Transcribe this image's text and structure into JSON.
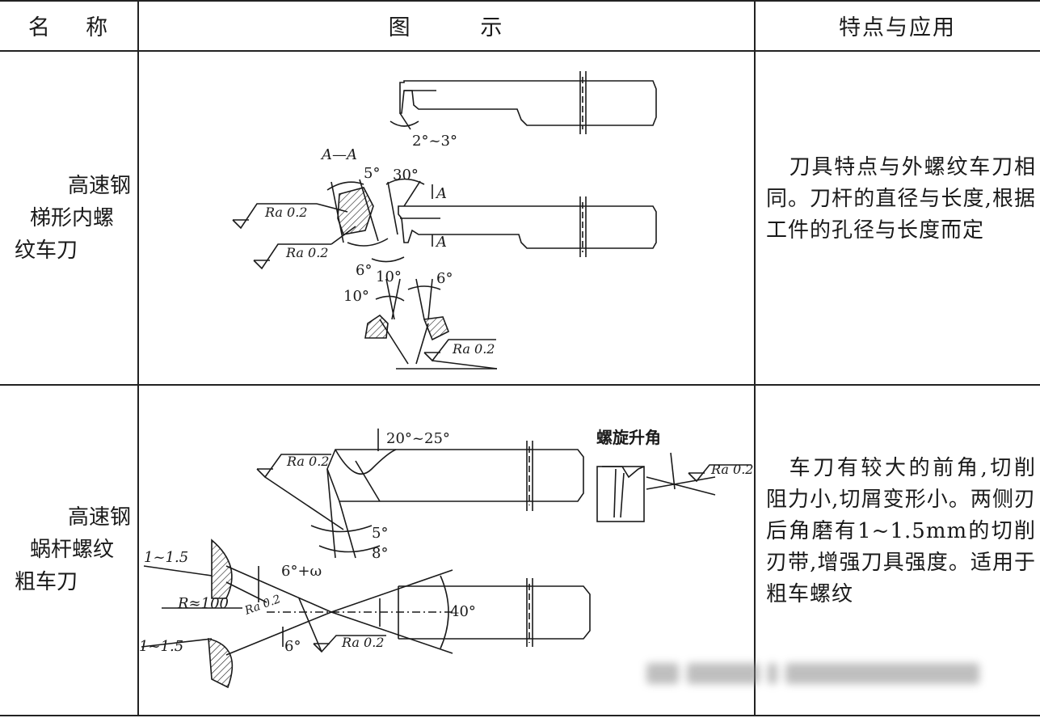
{
  "table": {
    "headers": {
      "name": "名    称",
      "figure": "图        示",
      "features": "特点与应用"
    },
    "rows": [
      {
        "name": [
          "高速钢",
          "梯形内螺",
          "纹车刀"
        ],
        "features": [
          "刀具特点与外螺纹车刀相同。刀杆的直径与长度,根据工件的孔径与长度而定"
        ],
        "figure_labels": {
          "angle_top": "2°~3°",
          "section": "A—A",
          "angle_5": "5°",
          "angle_30": "30°",
          "section_mark_1": "A",
          "section_mark_2": "A",
          "ra_1": "Ra 0.2",
          "ra_2": "Ra 0.2",
          "ra_3": "Ra 0.2",
          "angle_6a": "6°",
          "angle_10a": "10°",
          "angle_10b": "10°",
          "angle_6b": "6°"
        }
      },
      {
        "name": [
          "高速钢",
          "蜗杆螺纹",
          "粗车刀"
        ],
        "features": [
          "车刀有较大的前角,切削阻力小,切屑变形小。两侧刃后角磨有1~1.5mm的切削刃带,增强刀具强度。适用于粗车螺纹"
        ],
        "figure_labels": {
          "angle_rake": "20°~25°",
          "helix_label": "螺旋升角",
          "ra_1": "Ra 0.2",
          "ra_2": "Ra 0.2",
          "ra_3": "Ra 0.2",
          "ra_4": "Ra 0.2",
          "angle_5": "5°",
          "angle_8": "8°",
          "land_1": "1~1.5",
          "land_2": "1~1.5",
          "angle_6w": "6°+ω",
          "radius": "R≈100",
          "angle_6": "6°",
          "angle_40": "40°"
        }
      }
    ]
  },
  "watermark": "blurred-watermark"
}
